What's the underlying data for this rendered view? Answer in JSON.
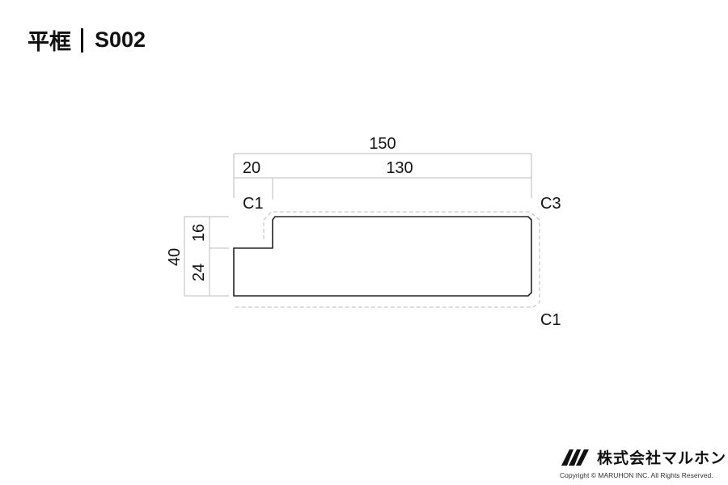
{
  "header": {
    "category": "平框",
    "code": "S002"
  },
  "dimensions": {
    "total_width": "150",
    "step_width": "20",
    "main_width": "130",
    "total_height": "40",
    "step_height": "16",
    "base_height": "24"
  },
  "chamfers": {
    "top_left": "C1",
    "top_right": "C3",
    "bottom_right": "C1"
  },
  "footer": {
    "company": "株式会社マルホン",
    "copyright": "Copyright © MARUHON INC. All Rights Reserved."
  }
}
